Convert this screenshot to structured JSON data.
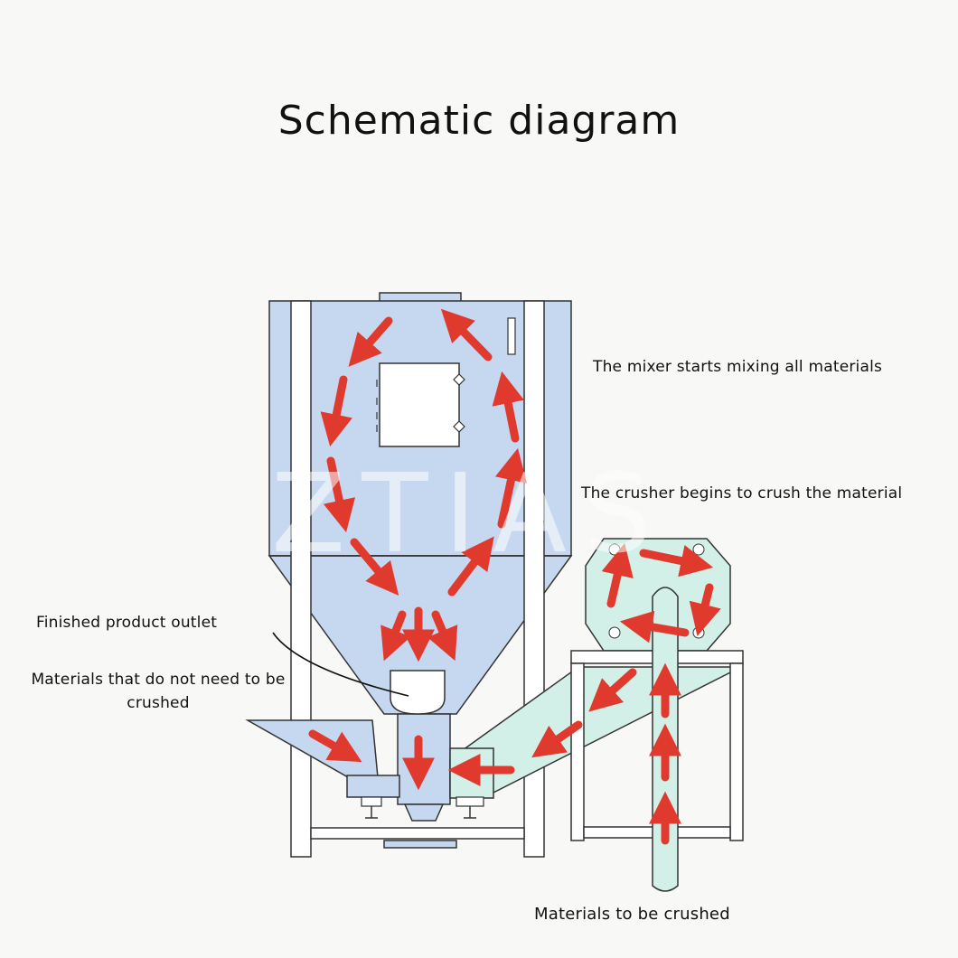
{
  "title": "Schematic diagram",
  "labels": {
    "mixer": "The mixer starts mixing all materials",
    "crusher": "The crusher begins to crush the material",
    "outlet": "Finished product outlet",
    "no_crush": "Materials that do not need to be crushed",
    "to_crush": "Materials to be crushed"
  },
  "watermark": "ZTIAS",
  "colors": {
    "mixer_body": "#c6d8ef",
    "crusher_body": "#d2efe8",
    "frame": "#ffffff",
    "outline": "#333333",
    "arrow": "#e03a2e"
  }
}
